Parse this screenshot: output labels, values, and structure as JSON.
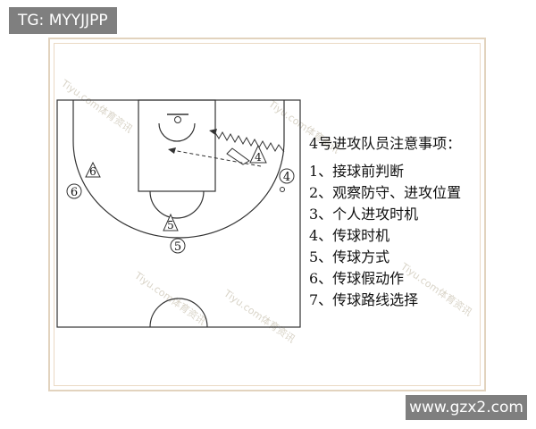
{
  "corner_tag": "TG: MYYJJPP",
  "site_tag": "www.gzx2.com",
  "watermark": "Tiyu.com体育资讯",
  "notes": {
    "title": "4号进攻队员注意事项：",
    "items": [
      "1、接球前判断",
      "2、观察防守、进攻位置",
      "3、个人进攻时机",
      "4、传球时机",
      "5、传球方式",
      "6、传球假动作",
      "7、传球路线选择"
    ]
  },
  "players": {
    "defender_6": "6",
    "defender_5": "5",
    "defender_4": "4",
    "attacker_6": "6",
    "attacker_5": "5",
    "attacker_4": "4"
  },
  "colors": {
    "line": "#333333",
    "frame": "#e2d3be",
    "tag_bg": "#7f7f7f",
    "watermark": "#d9d4c8"
  }
}
